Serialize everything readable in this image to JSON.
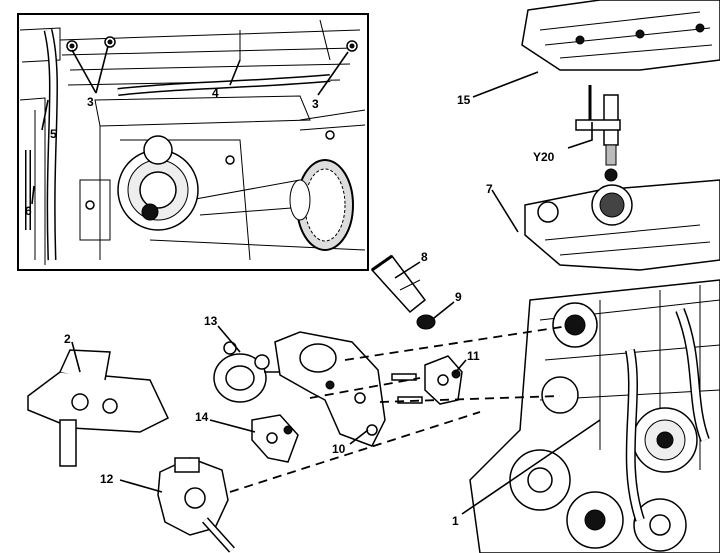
{
  "labels": {
    "l1": "1",
    "l2": "2",
    "l3a": "3",
    "l3b": "3",
    "l4": "4",
    "l5": "5",
    "l6": "6",
    "l7": "7",
    "l8": "8",
    "l9": "9",
    "l10": "10",
    "l11": "11",
    "l12": "12",
    "l13": "13",
    "l14": "14",
    "l15": "15",
    "y20": "Y20"
  }
}
